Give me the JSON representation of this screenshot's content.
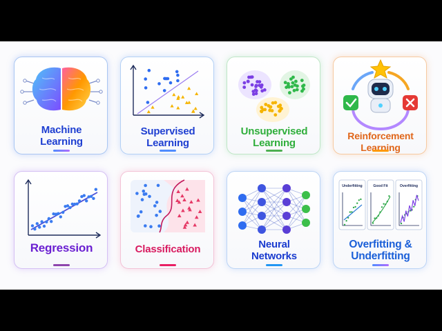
{
  "cards": [
    {
      "title_lines": [
        "Machine",
        "Learning"
      ],
      "color": "#1f3fd1",
      "underline": "#6c5ce7",
      "icon": "brain-icon"
    },
    {
      "title_lines": [
        "Supervised",
        "Learning"
      ],
      "color": "#1f3fd1",
      "underline": "#4f8cff",
      "icon": "scatter-plot-icon"
    },
    {
      "title_lines": [
        "Unsupervised",
        "Learning"
      ],
      "color": "#2fae3b",
      "underline": "#4caf50",
      "icon": "cluster-icon"
    },
    {
      "title_lines": [
        "Reinforcement",
        "Learning"
      ],
      "color": "#e0661a",
      "underline": "#ff9800",
      "icon": "robot-icon"
    },
    {
      "title_lines": [
        "Regression"
      ],
      "color": "#6a1fd1",
      "underline": "#8e44ad",
      "icon": "regression-line-icon"
    },
    {
      "title_lines": [
        "Classification"
      ],
      "color": "#d81b60",
      "underline": "#e91e63",
      "icon": "classification-boundary-icon"
    },
    {
      "title_lines": [
        "Neural",
        "Networks"
      ],
      "color": "#1a3ccf",
      "underline": "#2196f3",
      "icon": "neural-network-icon"
    },
    {
      "title_lines": [
        "Overfitting &",
        "Underfitting"
      ],
      "color": "#1a5fd8",
      "underline": "#7e57c2",
      "icon": "fit-charts-icon"
    }
  ],
  "fit_panels": [
    "Underfitting",
    "Good Fit",
    "Overfitting"
  ]
}
